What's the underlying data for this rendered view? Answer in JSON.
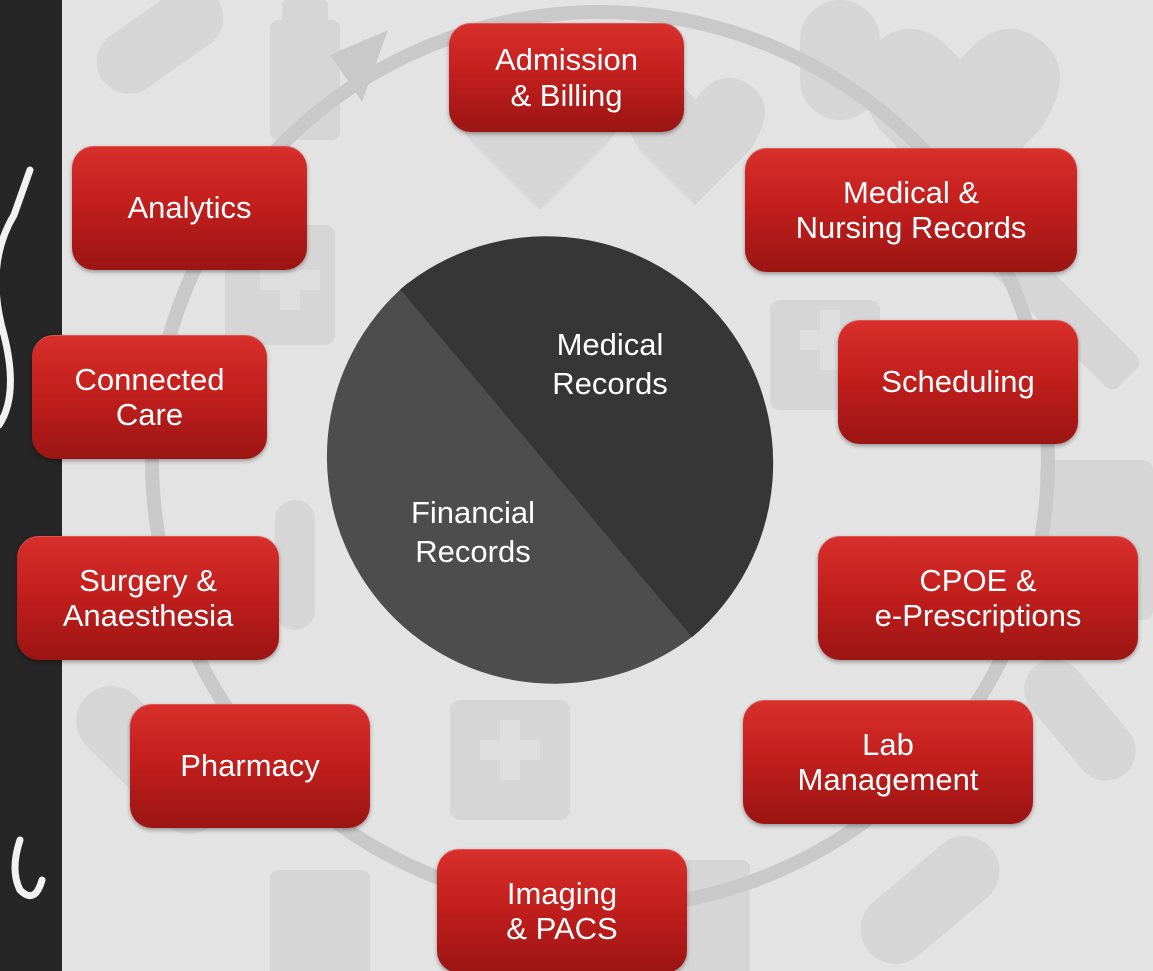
{
  "center": {
    "medical": {
      "label": "Medical\nRecords",
      "color": "#363636"
    },
    "financial": {
      "label": "Financial\nRecords",
      "color": "#4d4d4d"
    }
  },
  "modules": [
    {
      "id": "admission-billing",
      "label": "Admission\n& Billing"
    },
    {
      "id": "medical-nursing-records",
      "label": "Medical &\nNursing Records"
    },
    {
      "id": "scheduling",
      "label": "Scheduling"
    },
    {
      "id": "cpoe-eprescriptions",
      "label": "CPOE &\ne-Prescriptions"
    },
    {
      "id": "lab-management",
      "label": "Lab\nManagement"
    },
    {
      "id": "imaging-pacs",
      "label": "Imaging\n& PACS"
    },
    {
      "id": "pharmacy",
      "label": "Pharmacy"
    },
    {
      "id": "surgery-anaesthesia",
      "label": "Surgery &\nAnaesthesia"
    },
    {
      "id": "connected-care",
      "label": "Connected\nCare"
    },
    {
      "id": "analytics",
      "label": "Analytics"
    }
  ],
  "colors": {
    "module_red": "#c31f1d",
    "background": "#e3e3e3",
    "ring": "#c9c9c9",
    "left_strip": "#262626"
  }
}
